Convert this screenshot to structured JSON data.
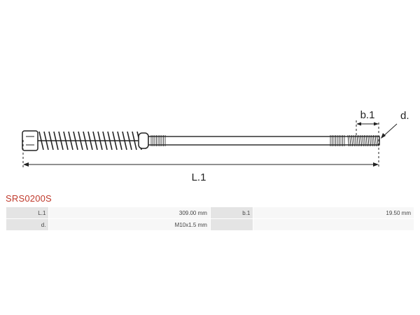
{
  "diagram": {
    "labels": {
      "length": "L.1",
      "thread_length": "b.1",
      "thread": "d."
    }
  },
  "part": {
    "code": "SRS0200S"
  },
  "specs": {
    "rows": [
      [
        {
          "label": "L.1",
          "value": "309.00 mm"
        },
        {
          "label": "b.1",
          "value": "19.50 mm"
        }
      ],
      [
        {
          "label": "d.",
          "value": "M10x1.5 mm"
        },
        {
          "label": "",
          "value": ""
        }
      ]
    ]
  },
  "colors": {
    "part_code": "#c0392b",
    "label_cell": "#e4e4e4",
    "value_cell": "#f7f7f7"
  }
}
